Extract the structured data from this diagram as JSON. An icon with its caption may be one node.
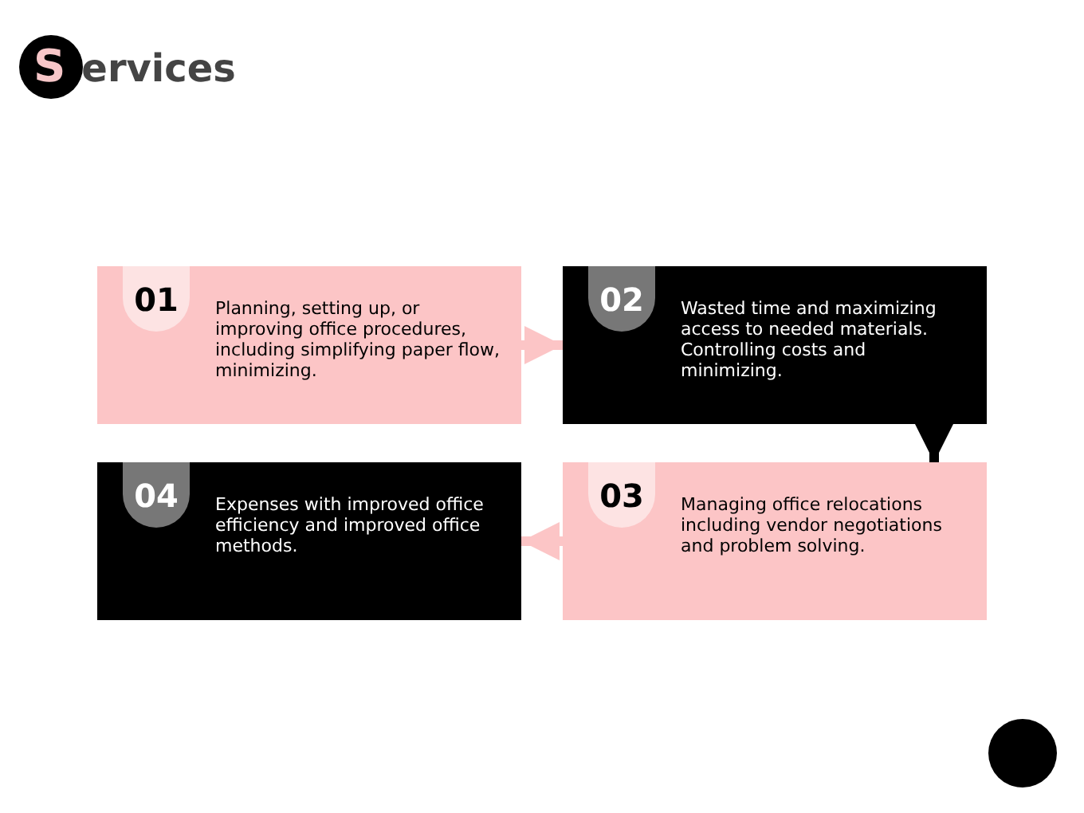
{
  "diagram": {
    "title": "Services",
    "nodes": [
      {
        "text": [
          "Planning, setting up, or improving office procedures, including simplifying paper flow, minimizing."
        ]
      },
      {
        "text": [
          "01"
        ],
        "in": 0
      },
      {
        "text": [
          "Wasted time and maximizing access to needed materials. Controlling costs and minimizing."
        ]
      },
      {
        "text": [
          "02"
        ],
        "in": 2
      },
      {
        "text": [
          "Expenses with improved office efficiency and improved office methods."
        ]
      },
      {
        "text": [
          "04"
        ],
        "in": 4
      },
      {
        "text": [
          "Managing office relocations including vendor negotiations and problem solving."
        ]
      },
      {
        "text": [
          "03"
        ],
        "in": 6
      }
    ],
    "edges": [
      {
        "from": 0,
        "to": 2,
        "arrow": "to"
      },
      {
        "from": 2,
        "to": 6,
        "arrow": "to",
        "color": "#000000"
      },
      {
        "from": 6,
        "to": 4,
        "arrow": "to"
      }
    ]
  }
}
